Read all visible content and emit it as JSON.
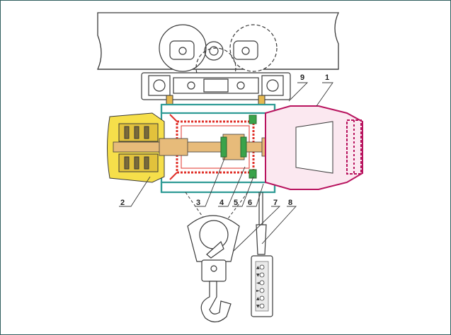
{
  "diagram": {
    "labels": [
      "1",
      "2",
      "3",
      "4",
      "5",
      "6",
      "7",
      "8",
      "9"
    ],
    "pendant_buttons": [
      "▲",
      "▼",
      "◄",
      "►",
      "▲",
      "▼"
    ],
    "colors": {
      "outline": "#3a3a3a",
      "gearbox_yellow": "#f6df4a",
      "shaft_tan": "#e7bb7a",
      "drum_red": "#e0312a",
      "motor_magenta": "#b8135e",
      "frame_teal": "#2f9b95",
      "coupling_green": "#3aa34a"
    }
  }
}
